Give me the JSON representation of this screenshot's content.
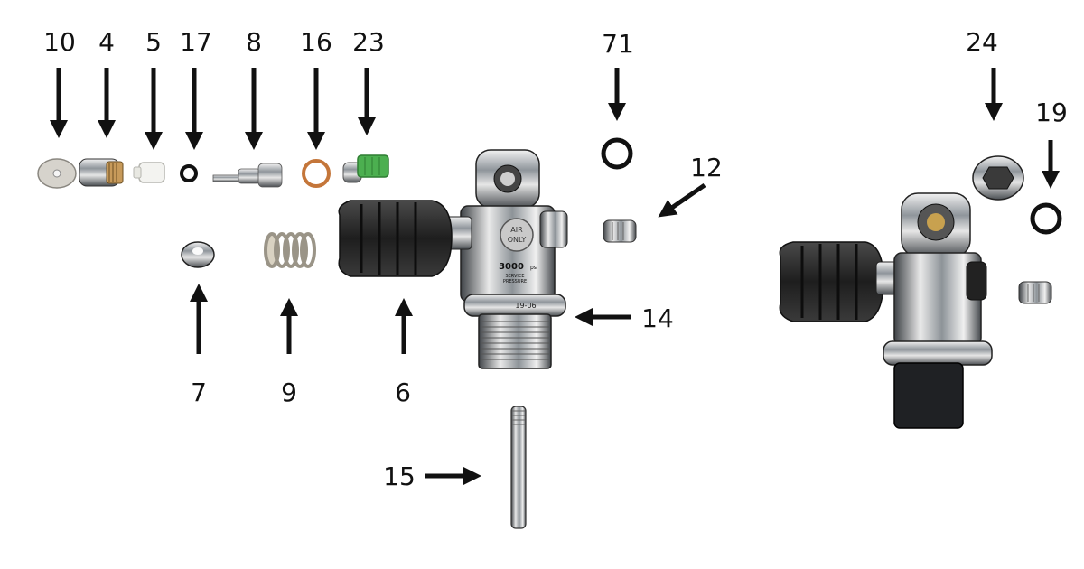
{
  "diagram": {
    "labels": [
      {
        "id": "10",
        "text": "10"
      },
      {
        "id": "4",
        "text": "4"
      },
      {
        "id": "5",
        "text": "5"
      },
      {
        "id": "17",
        "text": "17"
      },
      {
        "id": "8",
        "text": "8"
      },
      {
        "id": "16",
        "text": "16"
      },
      {
        "id": "23",
        "text": "23"
      },
      {
        "id": "71",
        "text": "71"
      },
      {
        "id": "12",
        "text": "12"
      },
      {
        "id": "24",
        "text": "24"
      },
      {
        "id": "19",
        "text": "19"
      },
      {
        "id": "7",
        "text": "7"
      },
      {
        "id": "9",
        "text": "9"
      },
      {
        "id": "6",
        "text": "6"
      },
      {
        "id": "14",
        "text": "14"
      },
      {
        "id": "15",
        "text": "15"
      }
    ],
    "valve_markings": {
      "bonnet_top": "AIR",
      "bonnet_bottom": "ONLY",
      "pressure": "3000",
      "pressure_unit": "psi",
      "service_line1": "SERVICE",
      "service_line2": "PRESSURE",
      "date": "19-06"
    },
    "colors": {
      "arrow": "#111111",
      "knob": "#2a2a2a",
      "chrome": "#9aa0a6",
      "green_plug": "#4caf50",
      "brass": "#c89a55"
    }
  }
}
